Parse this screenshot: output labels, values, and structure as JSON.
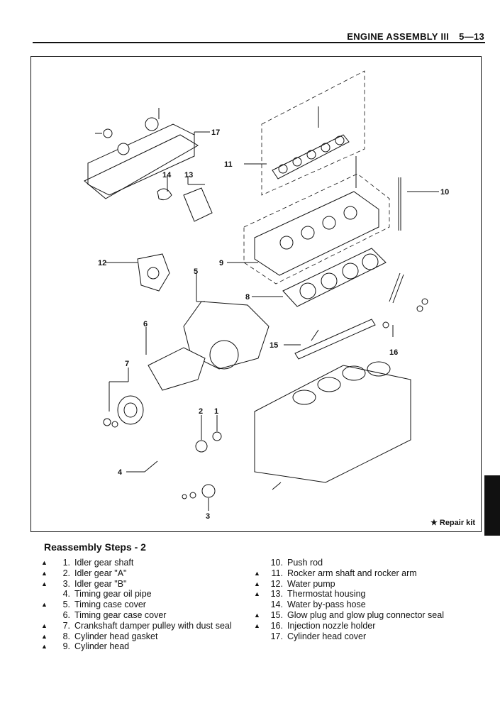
{
  "header": {
    "section": "ENGINE ASSEMBLY III",
    "page": "5—13"
  },
  "figure": {
    "callouts": [
      "1",
      "2",
      "3",
      "4",
      "5",
      "6",
      "7",
      "8",
      "9",
      "10",
      "11",
      "12",
      "13",
      "14",
      "15",
      "16",
      "17"
    ],
    "repair_kit": "★ Repair kit"
  },
  "steps_title": "Reassembly Steps - 2",
  "steps_left": [
    {
      "mark": "▲",
      "num": "1.",
      "text": "Idler gear shaft"
    },
    {
      "mark": "▲",
      "num": "2.",
      "text": "Idler gear \"A\""
    },
    {
      "mark": "▲",
      "num": "3.",
      "text": "Idler gear \"B\""
    },
    {
      "mark": "",
      "num": "4.",
      "text": "Timing gear oil pipe"
    },
    {
      "mark": "▲",
      "num": "5.",
      "text": "Timing case cover"
    },
    {
      "mark": "",
      "num": "6.",
      "text": "Timing gear case cover"
    },
    {
      "mark": "▲",
      "num": "7.",
      "text": "Crankshaft damper pulley with dust seal"
    },
    {
      "mark": "▲",
      "num": "8.",
      "text": "Cylinder head gasket"
    },
    {
      "mark": "▲",
      "num": "9.",
      "text": "Cylinder head"
    }
  ],
  "steps_right": [
    {
      "mark": "",
      "num": "10.",
      "text": "Push rod"
    },
    {
      "mark": "▲",
      "num": "11.",
      "text": "Rocker arm shaft and rocker arm"
    },
    {
      "mark": "▲",
      "num": "12.",
      "text": "Water pump"
    },
    {
      "mark": "▲",
      "num": "13.",
      "text": "Thermostat housing"
    },
    {
      "mark": "",
      "num": "14.",
      "text": "Water by-pass hose"
    },
    {
      "mark": "▲",
      "num": "15.",
      "text": "Glow plug and glow plug connector seal"
    },
    {
      "mark": "▲",
      "num": "16.",
      "text": "Injection nozzle holder"
    },
    {
      "mark": "",
      "num": "17.",
      "text": "Cylinder head cover"
    }
  ]
}
